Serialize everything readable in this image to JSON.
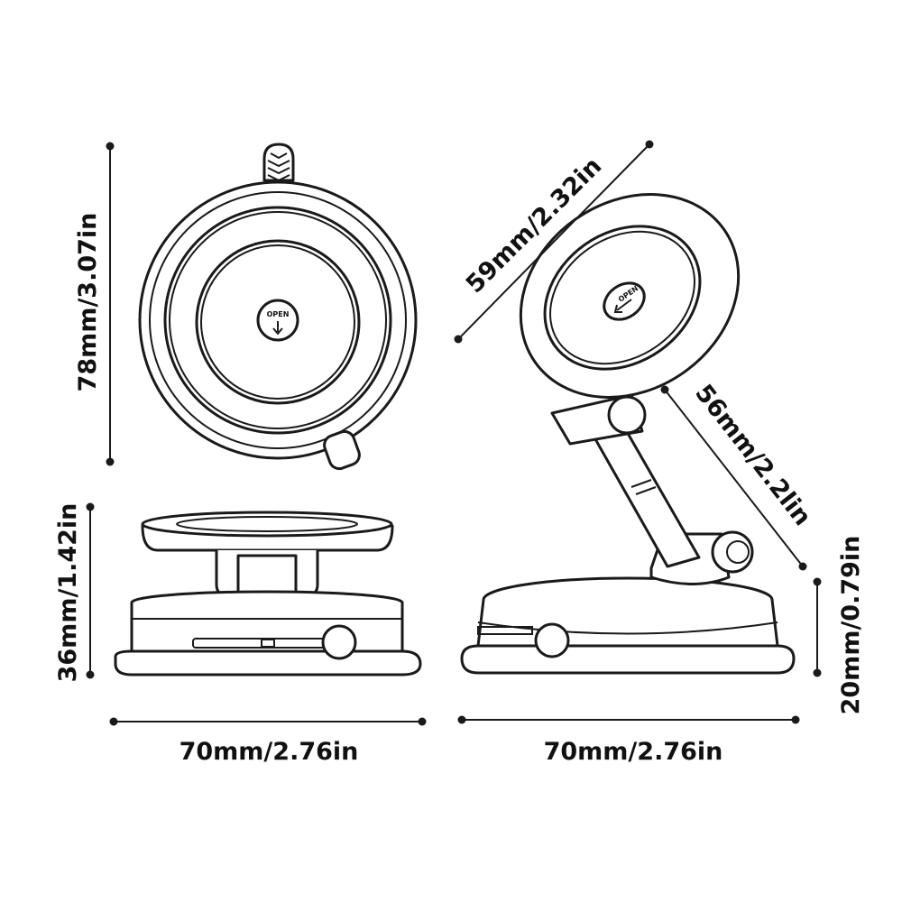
{
  "dimensions": {
    "top_view_height": "78mm/3.07in",
    "disc_diameter": "59mm/2.32in",
    "arm_length": "56mm/2.2lin",
    "front_height": "36mm/1.42in",
    "base_height": "20mm/0.79in",
    "front_width": "70mm/2.76in",
    "side_width": "70mm/2.76in"
  },
  "labels": {
    "open_top": "OPEN",
    "open_side": "OPEN"
  },
  "colors": {
    "line": "#1a1a1a",
    "background": "#ffffff"
  }
}
